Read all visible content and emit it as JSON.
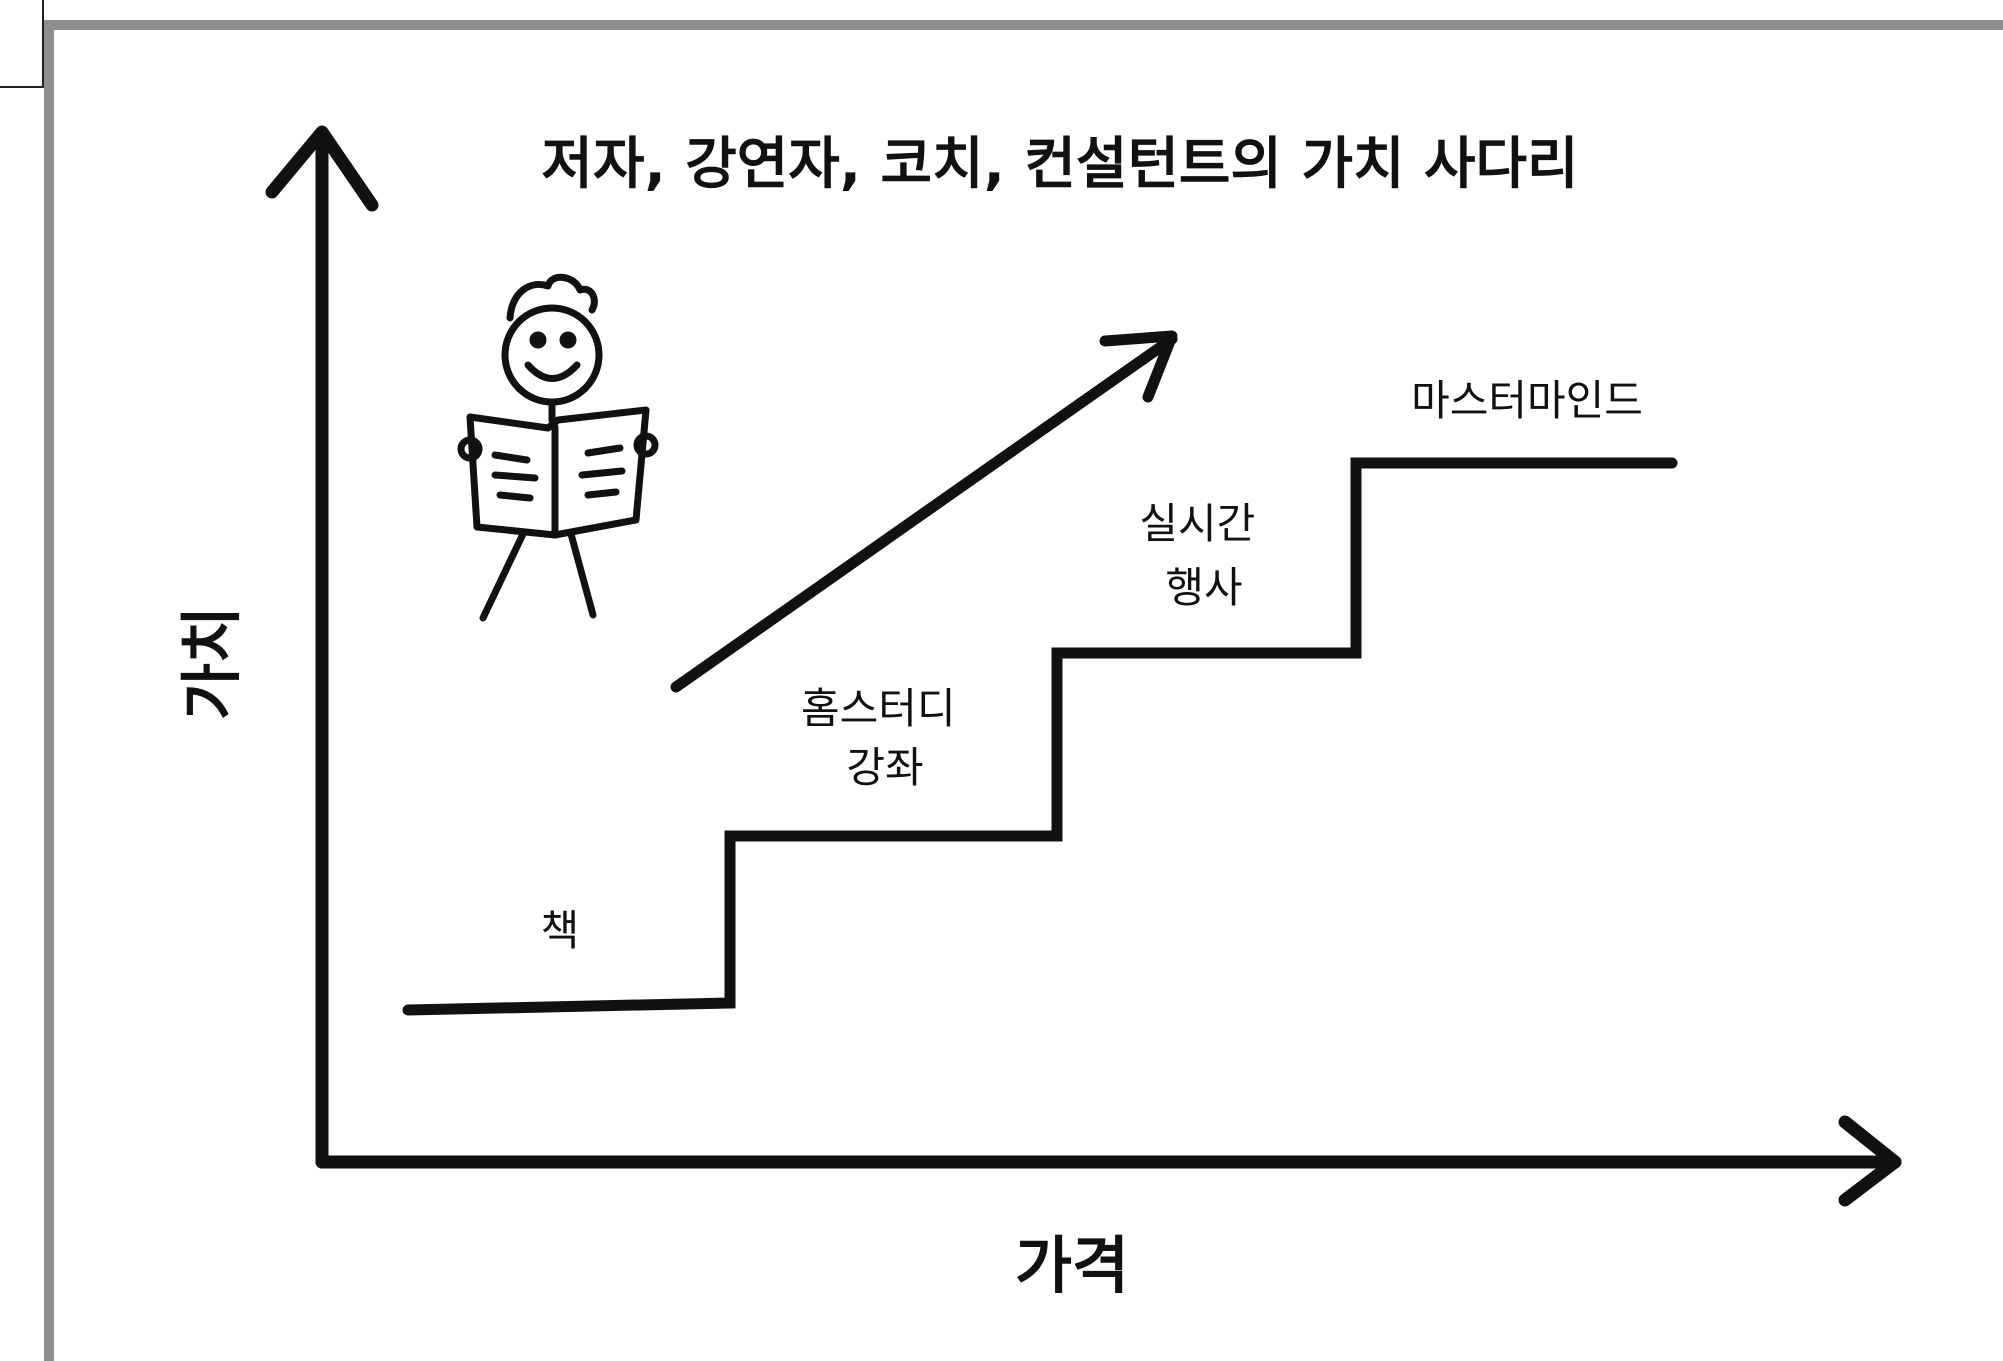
{
  "title": "저자, 강연자, 코치, 컨설턴트의 가치 사다리",
  "axes": {
    "x_label": "가격",
    "y_label": "가치"
  },
  "steps": [
    {
      "lines": [
        "책"
      ]
    },
    {
      "lines": [
        "홈스터디",
        "강좌"
      ]
    },
    {
      "lines": [
        "실시간",
        "행사"
      ]
    },
    {
      "lines": [
        "마스터마인드"
      ]
    }
  ],
  "colors": {
    "ink": "#111111",
    "frame": "#8e8e8e",
    "background": "#ffffff"
  },
  "icons": [
    "person-reading-newspaper-icon",
    "trend-up-arrow-icon"
  ]
}
